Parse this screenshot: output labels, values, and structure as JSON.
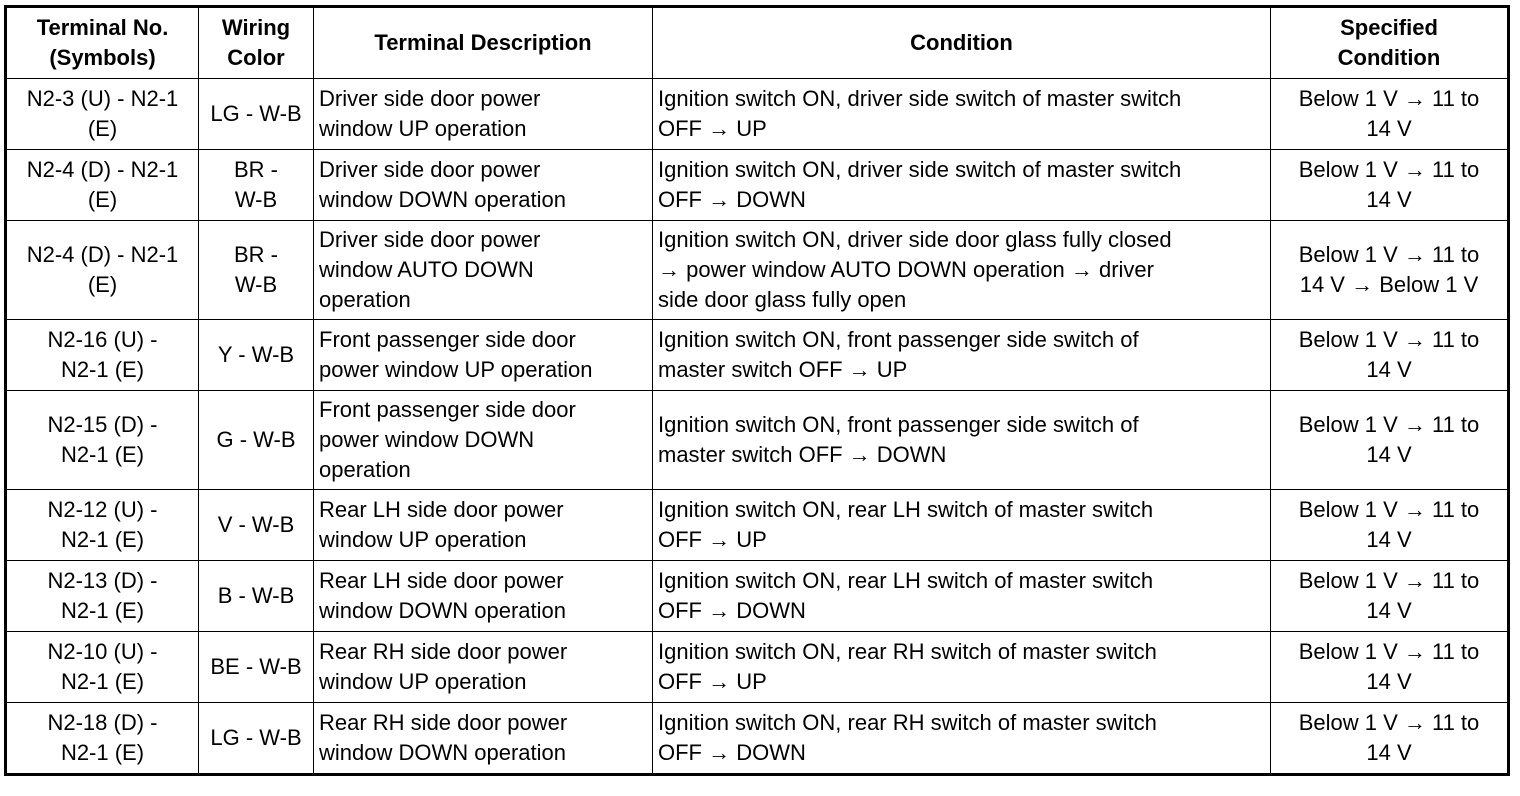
{
  "table": {
    "headers": {
      "terminal": [
        "Terminal No.",
        "(Symbols)"
      ],
      "wiring": [
        "Wiring",
        "Color"
      ],
      "description": [
        "Terminal Description"
      ],
      "condition": [
        "Condition"
      ],
      "specified": [
        "Specified",
        "Condition"
      ]
    },
    "rows": [
      {
        "terminal": [
          "N2-3 (U) - N2-1",
          "(E)"
        ],
        "wiring": [
          "LG - W-B"
        ],
        "description": [
          "Driver side door power",
          "window UP operation"
        ],
        "condition": [
          "Ignition switch ON, driver side switch of master switch",
          "OFF → UP"
        ],
        "specified": [
          "Below 1 V → 11 to",
          "14 V"
        ]
      },
      {
        "terminal": [
          "N2-4 (D) - N2-1",
          "(E)"
        ],
        "wiring": [
          "BR -",
          "W-B"
        ],
        "description": [
          "Driver side door power",
          "window DOWN operation"
        ],
        "condition": [
          "Ignition switch ON, driver side switch of master switch",
          "OFF → DOWN"
        ],
        "specified": [
          "Below 1 V → 11 to",
          "14 V"
        ]
      },
      {
        "terminal": [
          "N2-4 (D) - N2-1",
          "(E)"
        ],
        "wiring": [
          "BR -",
          "W-B"
        ],
        "description": [
          "Driver side door power",
          "window AUTO DOWN",
          "operation"
        ],
        "condition": [
          "Ignition switch ON, driver side door glass fully closed",
          "→ power window AUTO DOWN operation → driver",
          "side door glass fully open"
        ],
        "specified": [
          "Below 1 V → 11 to",
          "14 V → Below 1 V"
        ]
      },
      {
        "terminal": [
          "N2-16 (U) -",
          "N2-1 (E)"
        ],
        "wiring": [
          "Y - W-B"
        ],
        "description": [
          "Front passenger side door",
          "power window UP operation"
        ],
        "condition": [
          "Ignition switch ON, front passenger side switch of",
          "master switch OFF → UP"
        ],
        "specified": [
          "Below 1 V → 11 to",
          "14 V"
        ]
      },
      {
        "terminal": [
          "N2-15 (D) -",
          "N2-1 (E)"
        ],
        "wiring": [
          "G - W-B"
        ],
        "description": [
          "Front passenger side door",
          "power window DOWN",
          "operation"
        ],
        "condition": [
          "Ignition switch ON, front passenger side switch of",
          "master switch OFF → DOWN"
        ],
        "specified": [
          "Below 1 V → 11 to",
          "14 V"
        ]
      },
      {
        "terminal": [
          "N2-12 (U) -",
          "N2-1 (E)"
        ],
        "wiring": [
          "V - W-B"
        ],
        "description": [
          "Rear LH side door power",
          "window UP operation"
        ],
        "condition": [
          "Ignition switch ON, rear LH switch of master switch",
          "OFF → UP"
        ],
        "specified": [
          "Below 1 V → 11 to",
          "14 V"
        ]
      },
      {
        "terminal": [
          "N2-13 (D) -",
          "N2-1 (E)"
        ],
        "wiring": [
          "B - W-B"
        ],
        "description": [
          "Rear LH side door power",
          "window DOWN operation"
        ],
        "condition": [
          "Ignition switch ON, rear LH switch of master switch",
          "OFF → DOWN"
        ],
        "specified": [
          "Below 1 V → 11 to",
          "14 V"
        ]
      },
      {
        "terminal": [
          "N2-10 (U) -",
          "N2-1 (E)"
        ],
        "wiring": [
          "BE - W-B"
        ],
        "description": [
          "Rear RH side door power",
          "window UP operation"
        ],
        "condition": [
          "Ignition switch ON, rear RH switch of master switch",
          "OFF → UP"
        ],
        "specified": [
          "Below 1 V → 11 to",
          "14 V"
        ]
      },
      {
        "terminal": [
          "N2-18 (D) -",
          "N2-1 (E)"
        ],
        "wiring": [
          "LG - W-B"
        ],
        "description": [
          "Rear RH side door power",
          "window DOWN operation"
        ],
        "condition": [
          "Ignition switch ON, rear RH switch of master switch",
          "OFF → DOWN"
        ],
        "specified": [
          "Below 1 V → 11 to",
          "14 V"
        ]
      }
    ]
  }
}
